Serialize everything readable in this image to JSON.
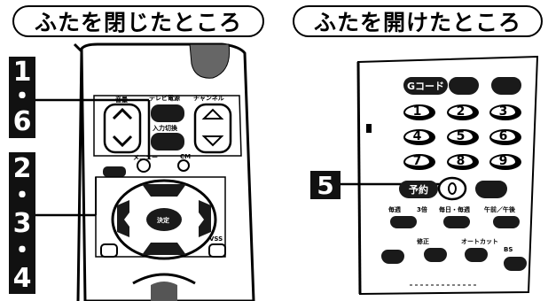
{
  "left_title": "ふたを閉じたところ",
  "right_title": "ふたを開けたところ",
  "left_steps": [
    "1",
    "・",
    "6"
  ],
  "left_steps2": [
    "2",
    "・",
    "3",
    "・",
    "4"
  ],
  "right_step": "5",
  "left_labels": {
    "volume": "音量",
    "tv_power": "テレビ電源",
    "channel": "チャンネル",
    "input_switch": "入力切換",
    "menu": "メニュー",
    "cm": "CM",
    "enter": "決定",
    "vss": "VSS"
  },
  "right_labels": {
    "gcode": "Gコード",
    "program": "予約",
    "every_week": "毎週",
    "daily": "毎日・毎週",
    "am_pm": "午前／午後",
    "three_times": "3倍",
    "correct": "修正",
    "auto_cut": "オートカット",
    "bs": "BS"
  },
  "numpad": [
    "1",
    "2",
    "3",
    "4",
    "5",
    "6",
    "7",
    "8",
    "9"
  ],
  "colors": {
    "ink": "#000000",
    "badge": "#111111",
    "paper": "#ffffff"
  }
}
